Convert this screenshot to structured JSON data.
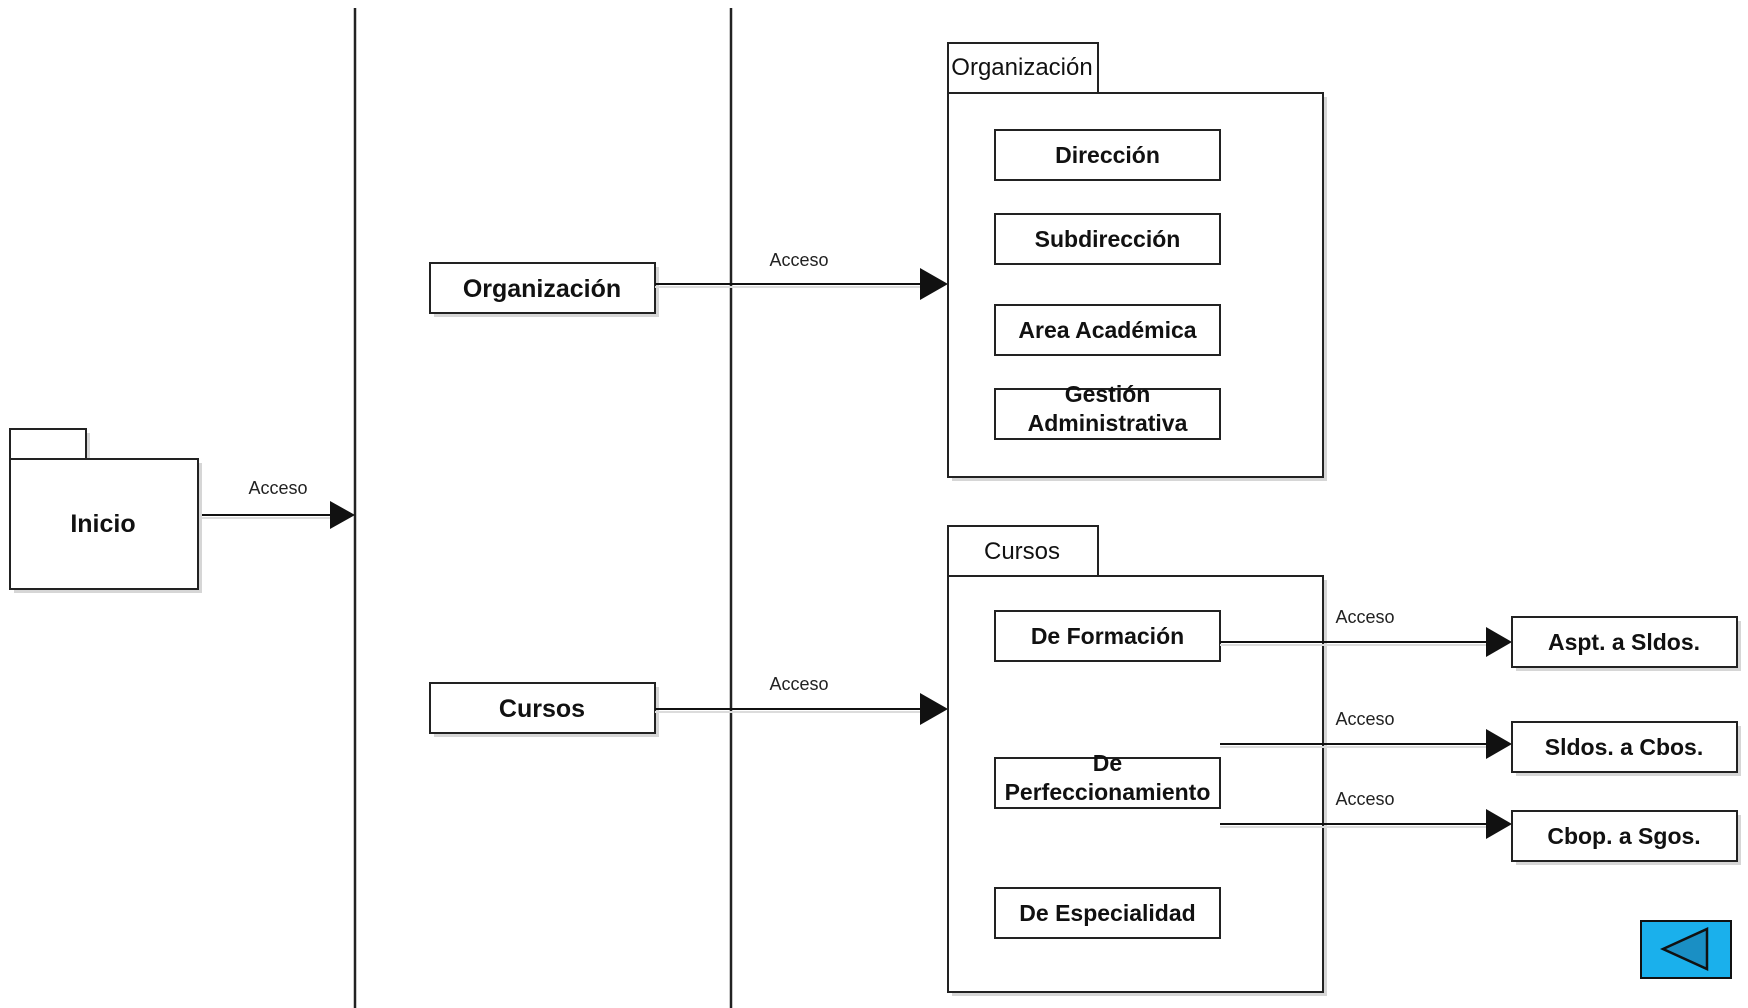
{
  "packages": {
    "inicio": "Inicio",
    "organizacion": "Organización",
    "cursos": "Cursos"
  },
  "nodes": {
    "organizacion": "Organización",
    "cursos": "Cursos"
  },
  "organizacion_items": [
    {
      "lines": [
        "Dirección"
      ]
    },
    {
      "lines": [
        "Subdirección"
      ]
    },
    {
      "lines": [
        "Area Académica"
      ]
    },
    {
      "lines": [
        "Gestión",
        "Administrativa"
      ]
    }
  ],
  "cursos_items": [
    {
      "lines": [
        "De Formación"
      ]
    },
    {
      "lines": [
        "De",
        "Perfeccionamiento"
      ]
    },
    {
      "lines": [
        "De Especialidad"
      ]
    }
  ],
  "targets": [
    "Aspt. a Sldos.",
    "Sldos. a Cbos.",
    "Cbop. a Sgos."
  ],
  "edge_label": "Acceso",
  "colors": {
    "back_button_fill": "#1ab0ec",
    "back_arrow_fill": "#1a8fc4",
    "stroke": "#222222"
  },
  "icons": {
    "back": "back-triangle-icon"
  }
}
